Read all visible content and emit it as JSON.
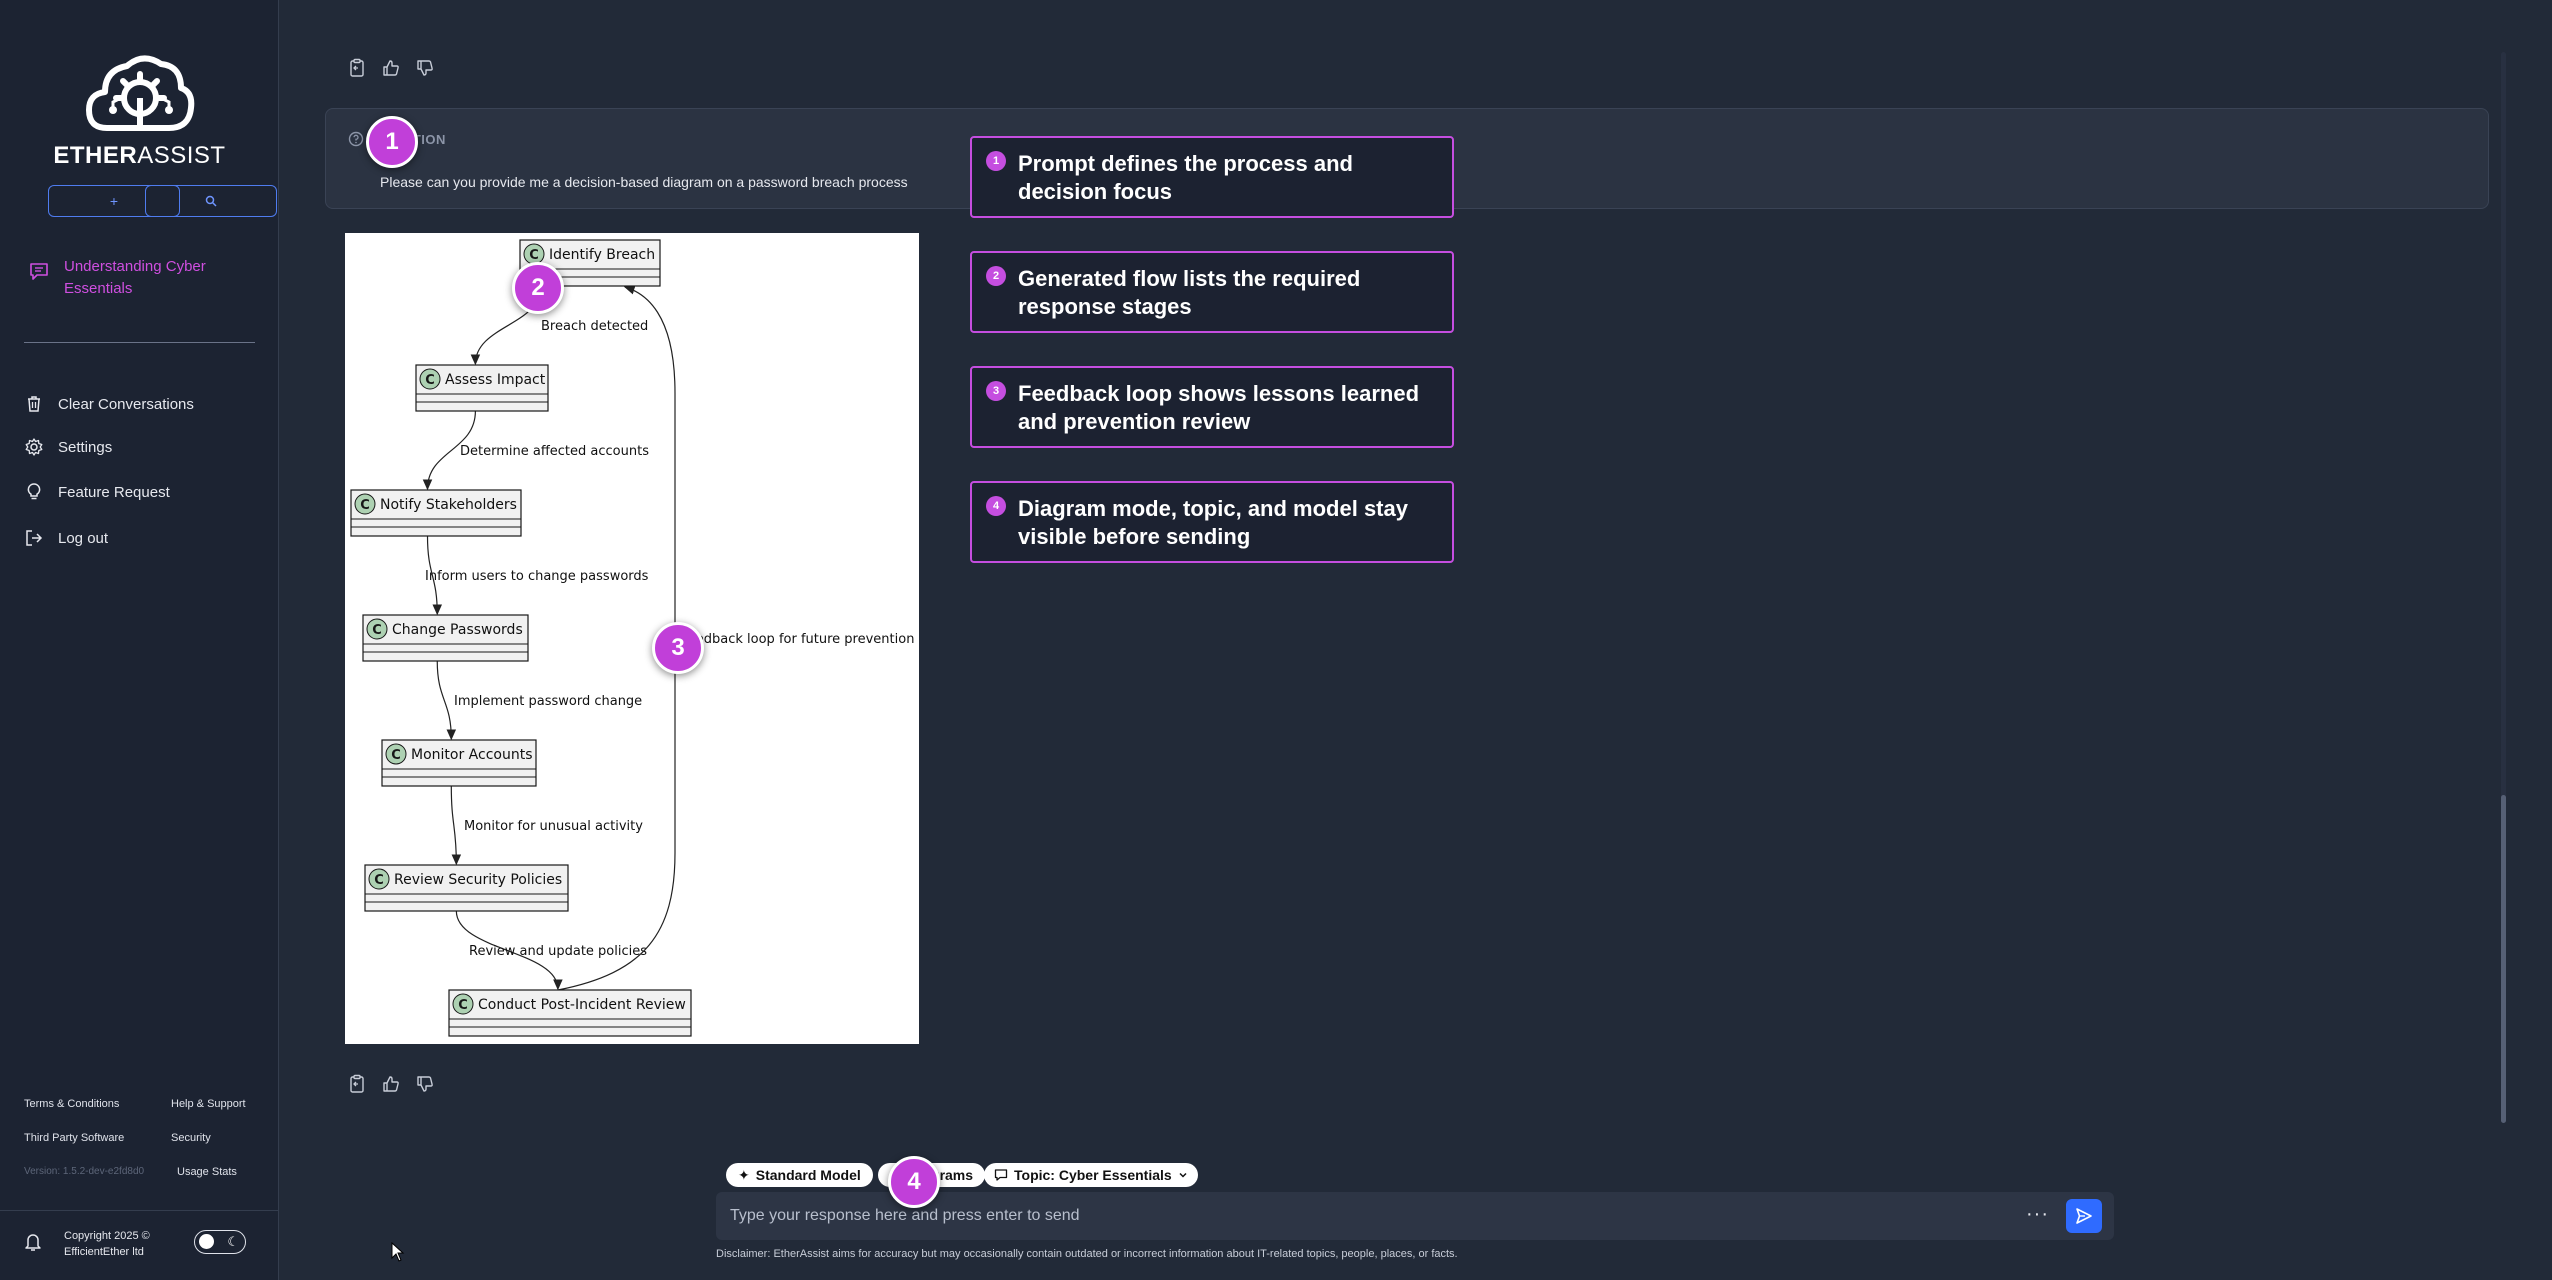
{
  "sidebar": {
    "logo": {
      "bold": "ETHER",
      "light": "ASSIST"
    },
    "new_button": "+",
    "search_button": "🔍",
    "active_conversation": "Understanding Cyber Essentials",
    "menu": [
      {
        "label": "Clear Conversations",
        "icon": "trash-icon"
      },
      {
        "label": "Settings",
        "icon": "gear-icon"
      },
      {
        "label": "Feature Request",
        "icon": "lightbulb-icon"
      },
      {
        "label": "Log out",
        "icon": "logout-icon"
      }
    ],
    "footer_links": [
      "Terms & Conditions",
      "Help & Support",
      "Third Party Software",
      "Security",
      "Usage Stats"
    ],
    "version": "Version: 1.5.2-dev-e2fd8d0",
    "copyright_line1": "Copyright 2025 ©",
    "copyright_line2": "EfficientEther ltd"
  },
  "question": {
    "label": "QUESTION",
    "text": "Please can you provide me a decision-based diagram on a password breach process"
  },
  "diagram": {
    "nodes": [
      "Identify Breach",
      "Assess Impact",
      "Notify Stakeholders",
      "Change Passwords",
      "Monitor Accounts",
      "Review Security Policies",
      "Conduct Post-Incident Review"
    ],
    "edges": [
      "Breach detected",
      "Determine affected accounts",
      "Inform users to change passwords",
      "Implement password change",
      "Monitor for unusual activity",
      "Review and update policies"
    ],
    "feedback_edge": "Feedback loop for future prevention",
    "class_glyph": "C"
  },
  "callouts": [
    {
      "num": "1",
      "text": "Prompt defines the process and decision focus"
    },
    {
      "num": "2",
      "text": "Generated flow lists the required response stages"
    },
    {
      "num": "3",
      "text": "Feedback loop shows lessons learned and prevention review"
    },
    {
      "num": "4",
      "text": "Diagram mode, topic, and model stay visible before sending"
    }
  ],
  "markers": [
    "1",
    "2",
    "3",
    "4"
  ],
  "composer": {
    "model_chip": "Standard Model",
    "mode_chip": "Diagrams",
    "topic_chip": "Topic: Cyber Essentials",
    "placeholder": "Type your response here and press enter to send",
    "more": "···",
    "disclaimer": "Disclaimer: EtherAssist aims for accuracy but may occasionally contain outdated or incorrect information about IT-related topics, people, places, or facts."
  },
  "colors": {
    "accent_purple": "#c54ee0",
    "primary_blue": "#2f6bff",
    "background": "#222a38",
    "sidebar": "#1c2332"
  }
}
